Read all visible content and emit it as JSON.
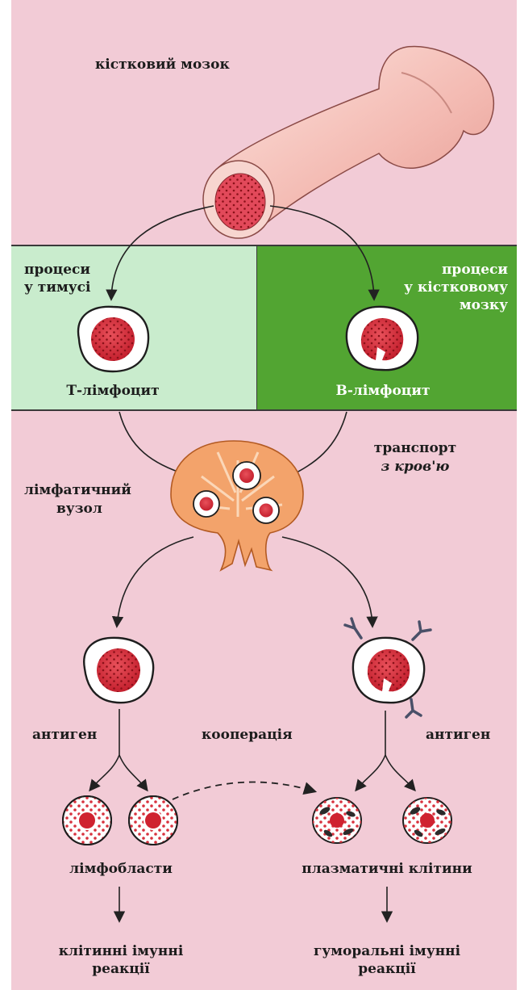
{
  "labels": {
    "bone_marrow": "кістковий мозок",
    "thymus_processes_1": "процеси",
    "thymus_processes_2": "у тимусі",
    "marrow_processes_1": "процеси",
    "marrow_processes_2": "у кістковому",
    "marrow_processes_3": "мозку",
    "t_cell": "Т-лімфоцит",
    "b_cell": "В-лімфоцит",
    "lymph_node_1": "лімфатичний",
    "lymph_node_2": "вузол",
    "transport_1": "транспорт",
    "transport_2": "з кров'ю",
    "antigen_left": "антиген",
    "cooperation": "кооперація",
    "antigen_right": "антиген",
    "lymphoblasts": "лімфобласти",
    "plasma_cells": "плазматичні клітини",
    "cell_reactions_1": "клітинні імунні",
    "cell_reactions_2": "реакції",
    "humoral_reactions_1": "гуморальні імунні",
    "humoral_reactions_2": "реакції"
  },
  "colors": {
    "background": "#f2cbd6",
    "thymus_band": "#c9eccd",
    "marrow_band": "#52a532",
    "nucleus": "#d8323e",
    "lymph_node": "#f3a36b",
    "bone": "#f7c9c2"
  }
}
